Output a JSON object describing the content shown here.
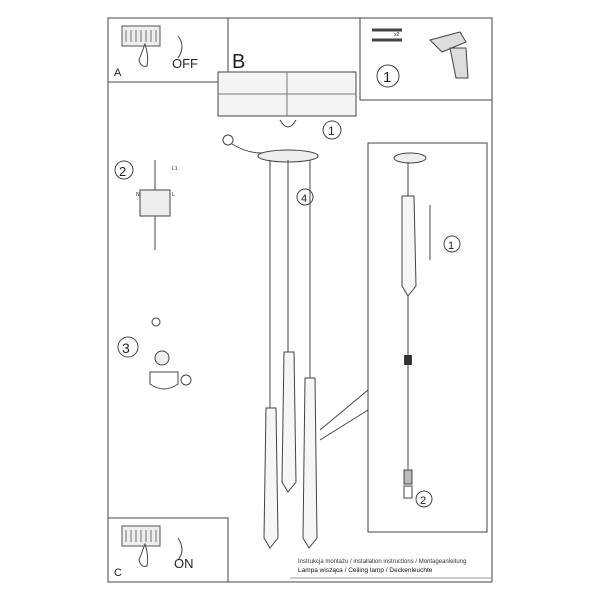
{
  "panels": {
    "a": {
      "letter": "A",
      "state": "OFF"
    },
    "b": {
      "letter": "B"
    },
    "c": {
      "letter": "C",
      "state": "ON"
    }
  },
  "steps": {
    "one": "1",
    "two": "2",
    "three": "3",
    "four": "4"
  },
  "tools": {
    "screw_qty": "x2"
  },
  "wiring": {
    "l1": "L1",
    "n": "N",
    "l": "L"
  },
  "caption": {
    "line1": "Instrukcja montażu / installation instructions / Montageanleitung",
    "line2": "Lampa wisząca / Ceiling lamp / Deckenleuchte"
  }
}
